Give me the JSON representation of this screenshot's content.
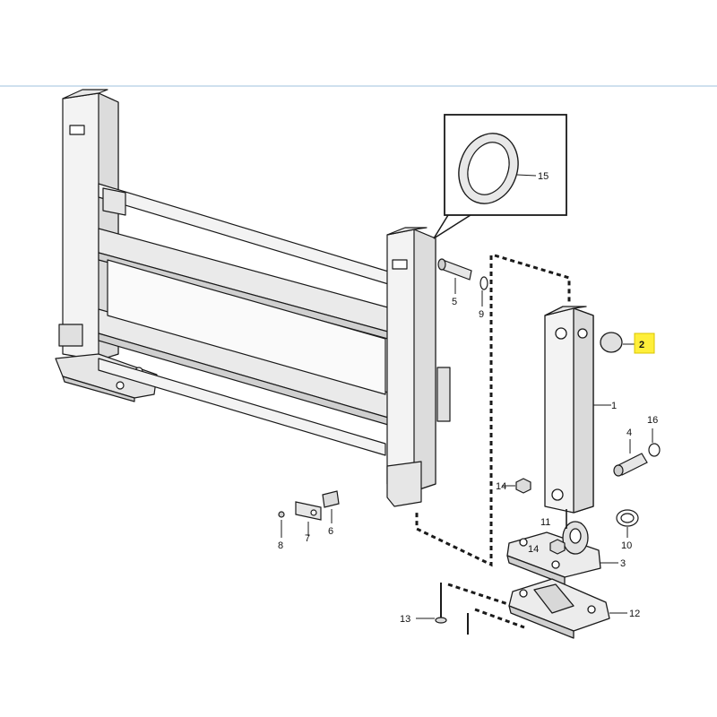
{
  "diagram": {
    "callouts": [
      {
        "id": "c1",
        "label": "1"
      },
      {
        "id": "c2",
        "label": "2",
        "highlight": true
      },
      {
        "id": "c3",
        "label": "3"
      },
      {
        "id": "c4",
        "label": "4"
      },
      {
        "id": "c5",
        "label": "5"
      },
      {
        "id": "c6",
        "label": "6"
      },
      {
        "id": "c7",
        "label": "7"
      },
      {
        "id": "c8",
        "label": "8"
      },
      {
        "id": "c9",
        "label": "9"
      },
      {
        "id": "c10",
        "label": "10"
      },
      {
        "id": "c11",
        "label": "11"
      },
      {
        "id": "c12",
        "label": "12"
      },
      {
        "id": "c13",
        "label": "13"
      },
      {
        "id": "c14a",
        "label": "14"
      },
      {
        "id": "c14b",
        "label": "14"
      },
      {
        "id": "c15",
        "label": "15"
      },
      {
        "id": "c16",
        "label": "16"
      }
    ]
  },
  "colors": {
    "line": "#1a1a1a",
    "part_fill": "#f0f0f0",
    "shade": "#d6d6d6",
    "highlight": "#ffef3a",
    "top_rule": "#cfe0ee"
  }
}
